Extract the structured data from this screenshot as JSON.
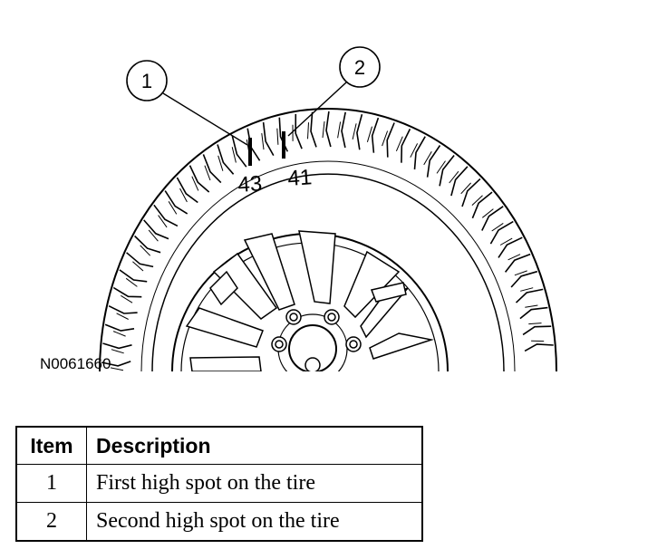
{
  "figure": {
    "id_label": "N0061660",
    "callouts": [
      "1",
      "2"
    ],
    "tire_marks": [
      "43",
      "41"
    ]
  },
  "table": {
    "headers": {
      "item": "Item",
      "description": "Description"
    },
    "rows": [
      {
        "item": "1",
        "description": "First high spot on the tire"
      },
      {
        "item": "2",
        "description": "Second high spot on the tire"
      }
    ]
  }
}
